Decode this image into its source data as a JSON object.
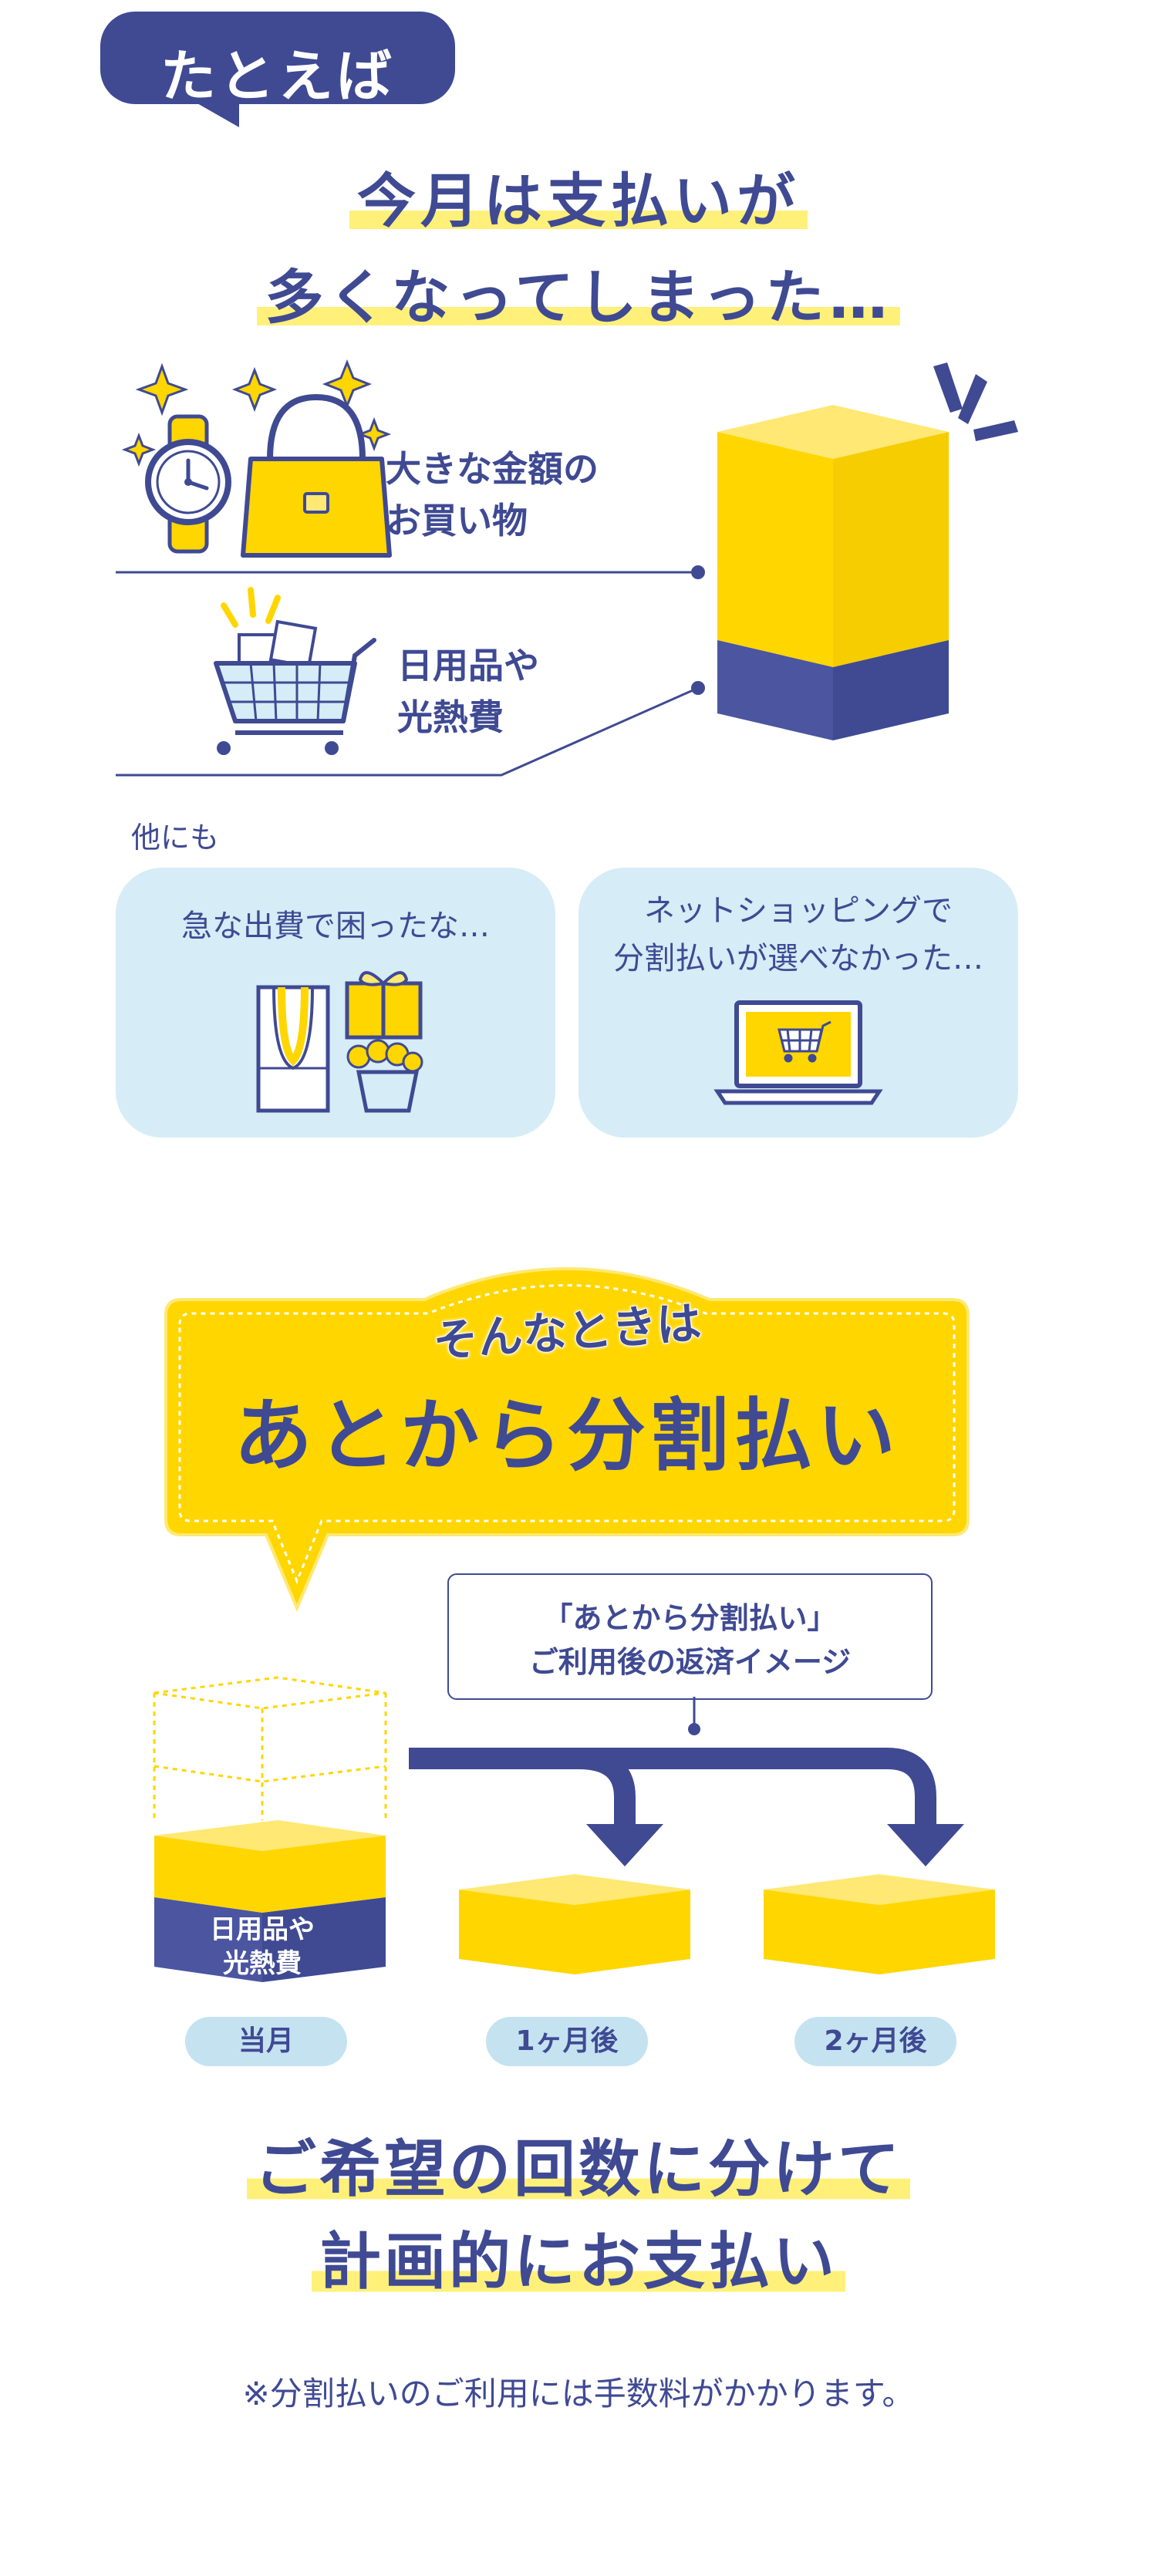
{
  "badge": {
    "text": "たとえば"
  },
  "headline": {
    "line1": "今月は支払いが",
    "line2": "多くなってしまった…"
  },
  "items": [
    {
      "label": "大きな金額の\nお買い物"
    },
    {
      "label": "日用品や\n光熱費"
    }
  ],
  "others": {
    "heading": "他にも",
    "cards": [
      {
        "text": "急な出費で困ったな…"
      },
      {
        "text": "ネットショッピングで\n分割払いが選べなかった…"
      }
    ]
  },
  "banner": {
    "sub": "そんなときは",
    "main": "あとから分割払い"
  },
  "image_note": {
    "line1": "「あとから分割払い」",
    "line2": "ご利用後の返済イメージ"
  },
  "box_label": "日用品や\n光熱費",
  "timeline": {
    "labels": [
      "当月",
      "1ヶ月後",
      "2ヶ月後"
    ]
  },
  "closing": {
    "line1": "ご希望の回数に分けて",
    "line2": "計画的にお支払い"
  },
  "footnote": "※分割払いのご利用には手数料がかかります。",
  "colors": {
    "navy": "#3f4a93",
    "yellow": "#ffd600",
    "light_yellow": "#ffe873",
    "light_blue": "#d6ecf6",
    "pill_blue": "#c5e2f1"
  }
}
